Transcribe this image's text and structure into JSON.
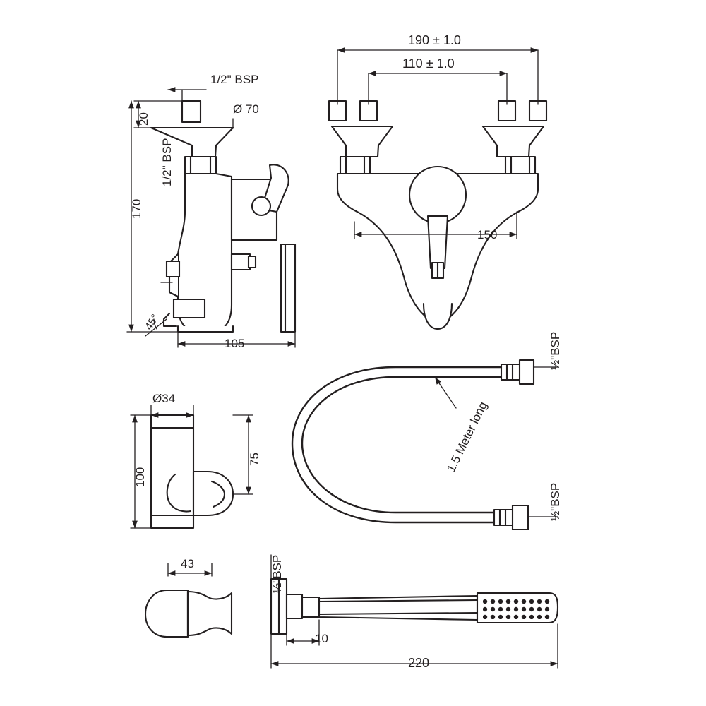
{
  "drawing": {
    "title": "Wall mounted bath shower mixer technical drawing",
    "line_color": "#231f20",
    "background": "#ffffff",
    "fill_color": "#ffffff"
  },
  "labels": {
    "front_view": {
      "inlet_thread": "1/2\" BSP",
      "flange_dia": "Ø 70",
      "height_20": "20",
      "height_170": "170",
      "outlet_thread": "1/2\" BSP",
      "angle_45": "45°",
      "depth_105": "105"
    },
    "rear_view": {
      "centres_190": "190 ± 1.0",
      "centres_110": "110 ± 1.0",
      "width_150": "150"
    },
    "holder_view": {
      "dia_34": "Ø34",
      "height_100": "100",
      "height_75": "75"
    },
    "hose": {
      "thread_top": "½\"BSP",
      "length_note": "1.5 Meter long",
      "thread_bottom": "½\"BSP"
    },
    "handset": {
      "thread": "½\"BSP",
      "offset_10": "10",
      "length_220": "220",
      "bracket_width_43": "43"
    }
  }
}
